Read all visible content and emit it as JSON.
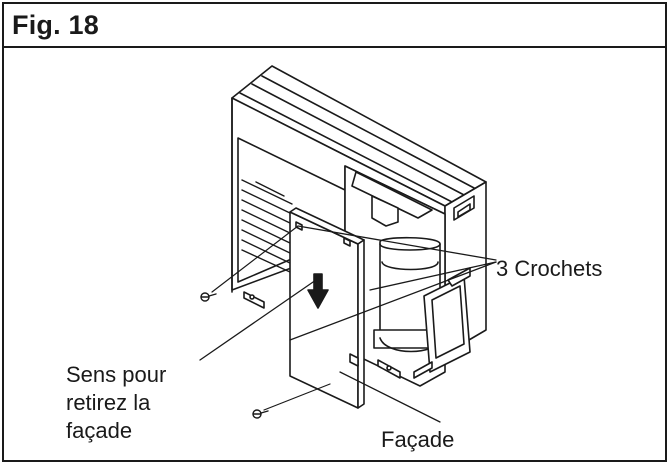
{
  "figure": {
    "title": "Fig. 18"
  },
  "callouts": {
    "hooks": "3 Crochets",
    "removal_direction_line1": "Sens pour",
    "removal_direction_line2": "retirez la",
    "removal_direction_line3": "façade",
    "front_panel": "Façade"
  },
  "colors": {
    "ink": "#1a1a1a",
    "paper": "#ffffff"
  }
}
